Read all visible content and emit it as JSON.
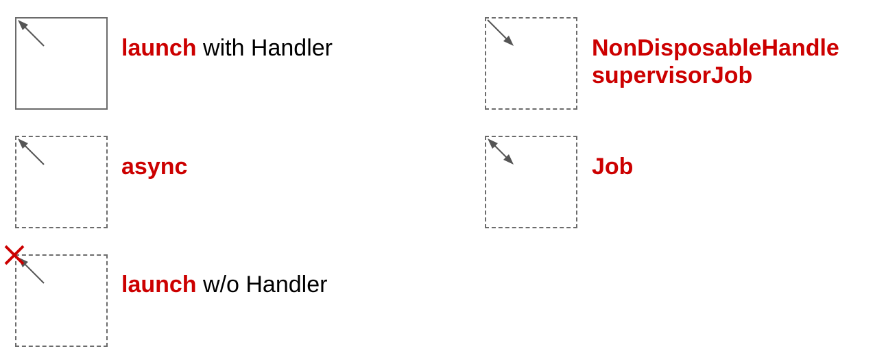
{
  "colors": {
    "keyword": "#cc0000",
    "text": "#000000",
    "border": "#6b6b6b",
    "arrow": "#555555",
    "cross": "#cc0000"
  },
  "items": [
    {
      "id": "launch-with-handler",
      "keyword": "launch",
      "suffix": " with Handler",
      "border_style": "solid",
      "arrow_direction": "up-left",
      "crossed": false
    },
    {
      "id": "async",
      "keyword": "async",
      "suffix": "",
      "border_style": "dashed",
      "arrow_direction": "up-left",
      "crossed": false
    },
    {
      "id": "launch-without-handler",
      "keyword": "launch",
      "suffix": " w/o Handler",
      "border_style": "dashed",
      "arrow_direction": "up-left",
      "crossed": true
    },
    {
      "id": "nondisposable-supervisor",
      "keyword_line1": "NonDisposableHandle",
      "keyword_line2": "supervisorJob",
      "border_style": "dashed",
      "arrow_direction": "down-right",
      "crossed": false
    },
    {
      "id": "job",
      "keyword": "Job",
      "suffix": "",
      "border_style": "dashed",
      "arrow_direction": "both",
      "crossed": false
    }
  ]
}
